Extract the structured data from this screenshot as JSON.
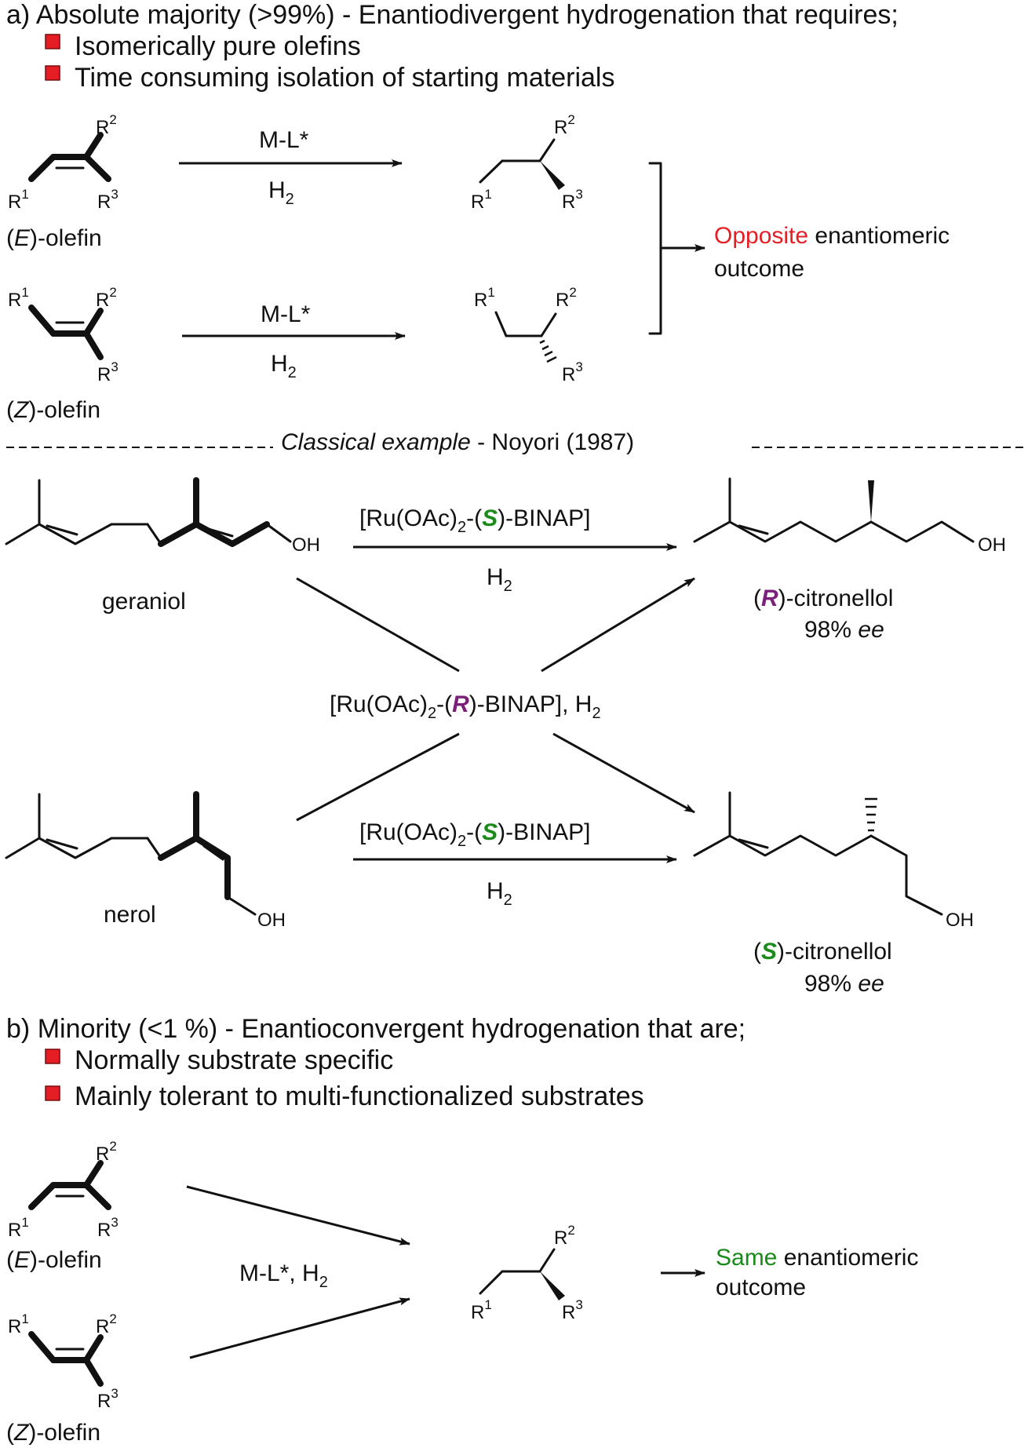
{
  "section_a": {
    "label": "a)",
    "heading": "Absolute majority (>99%) - Enantiodivergent hydrogenation that requires;",
    "bullets": [
      "Isomerically pure olefins",
      "Time consuming isolation of starting materials"
    ],
    "catalyst": "M-L*",
    "reagent": "H",
    "reagent_sub": "2",
    "e_olefin": {
      "pre": "(",
      "letter": "E",
      "post": ")-olefin"
    },
    "z_olefin": {
      "pre": "(",
      "letter": "Z",
      "post": ")-olefin"
    },
    "outcome_word": "Opposite",
    "outcome_rest": "enantiomeric",
    "outcome_line2": "outcome",
    "outcome_color": "#e41e24"
  },
  "groups": {
    "r": "R",
    "one": "1",
    "two": "2",
    "three": "3"
  },
  "classical": {
    "title_italic": "Classical example",
    "title_rest": " - Noyori (1987)",
    "geraniol": "geraniol",
    "nerol": "nerol",
    "oh": "OH",
    "cat_pre": "[Ru(OAc)",
    "cat_sub": "2",
    "cat_mid": "-(",
    "cat_s": "S",
    "cat_r": "R",
    "cat_post": ")-BINAP]",
    "cross_post": ")-BINAP], H",
    "h": "H",
    "h_sub": "2",
    "r_product": {
      "pre": "(",
      "letter": "R",
      "post": ")-citronellol"
    },
    "s_product": {
      "pre": "(",
      "letter": "S",
      "post": ")-citronellol"
    },
    "ee_value": "98% ",
    "ee_unit": "ee",
    "s_color": "#1a8a1a",
    "r_color": "#7b1f7b"
  },
  "section_b": {
    "label": "b)",
    "heading": "Minority (<1 %) - Enantioconvergent hydrogenation that are;",
    "bullets": [
      "Normally substrate specific",
      "Mainly tolerant to multi-functionalized substrates"
    ],
    "conditions": "M-L*, H",
    "conditions_sub": "2",
    "outcome_word": "Same",
    "outcome_rest": "enantiomeric",
    "outcome_line2": "outcome",
    "outcome_color": "#1a8a1a"
  }
}
